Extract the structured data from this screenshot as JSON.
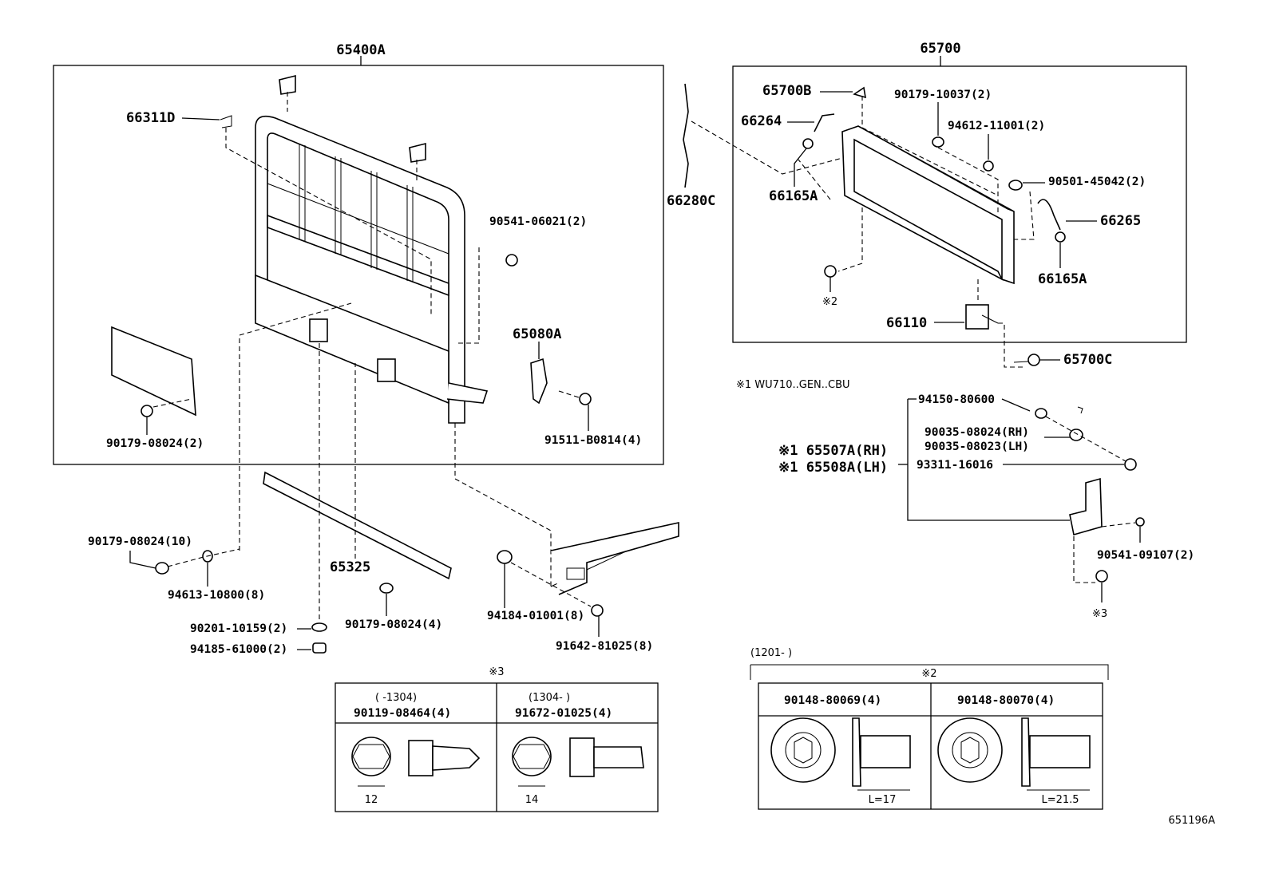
{
  "assembly_front": {
    "label": "65400A"
  },
  "assembly_rear": {
    "label": "65700"
  },
  "labels": {
    "p66311D": "66311D",
    "p90541_06021": "90541-06021(2)",
    "p65080A": "65080A",
    "p91511": "91511-B0814(4)",
    "p90179_2": "90179-08024(2)",
    "p90179_10": "90179-08024(10)",
    "p94613": "94613-10800(8)",
    "p65325": "65325",
    "p90179_4": "90179-08024(4)",
    "p90201": "90201-10159(2)",
    "p94185": "94185-61000(2)",
    "p94184": "94184-01001(8)",
    "p91642": "91642-81025(8)",
    "p66280C": "66280C",
    "p65700B": "65700B",
    "p66264": "66264",
    "p66165A_1": "66165A",
    "p90179_10037": "90179-10037(2)",
    "p94612": "94612-11001(2)",
    "p90501": "90501-45042(2)",
    "p66265": "66265",
    "p66165A_2": "66165A",
    "p66110": "66110",
    "p65700C": "65700C",
    "note_mark2": "※2",
    "note_wu": "※1 WU710..GEN..CBU",
    "p94150": "94150-80600",
    "p90035_rh": "90035-08024(RH)",
    "p90035_lh": "90035-08023(LH)",
    "p93311": "93311-16016",
    "p65507A": "※1 65507A(RH)",
    "p65508A": "※1 65508A(LH)",
    "p90541_09107": "90541-09107(2)",
    "note_mark3": "※3",
    "diagram_id": "651196A"
  },
  "table_3": {
    "title": "※3",
    "columns": [
      {
        "range": "(    -1304)",
        "part": "90119-08464(4)",
        "dim": "12"
      },
      {
        "range": "(1304-    )",
        "part": "91672-01025(4)",
        "dim": "14"
      }
    ]
  },
  "table_2": {
    "range": "(1201-    )",
    "title": "※2",
    "columns": [
      {
        "part": "90148-80069(4)",
        "dim": "L=17"
      },
      {
        "part": "90148-80070(4)",
        "dim": "L=21.5"
      }
    ]
  }
}
